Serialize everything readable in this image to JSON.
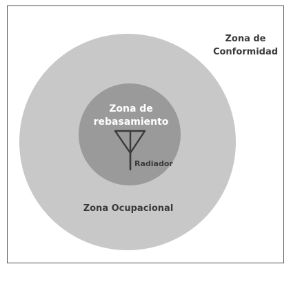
{
  "labels": {
    "conformity_zone_line1": "Zona de",
    "conformity_zone_line2": "Conformidad",
    "exceedance_zone_line1": "Zona de",
    "exceedance_zone_line2": "rebasamiento",
    "radiator": "Radiador",
    "occupational_zone": "Zona Ocupacional"
  },
  "colors": {
    "background": "#ffffff",
    "border": "#4a4a4a",
    "occupational_zone_fill": "#c8c8c8",
    "exceedance_zone_fill": "#9a9a9a",
    "inner_text": "#ffffff",
    "outer_text": "#3a3a3a",
    "antenna": "#3a3a3a"
  }
}
